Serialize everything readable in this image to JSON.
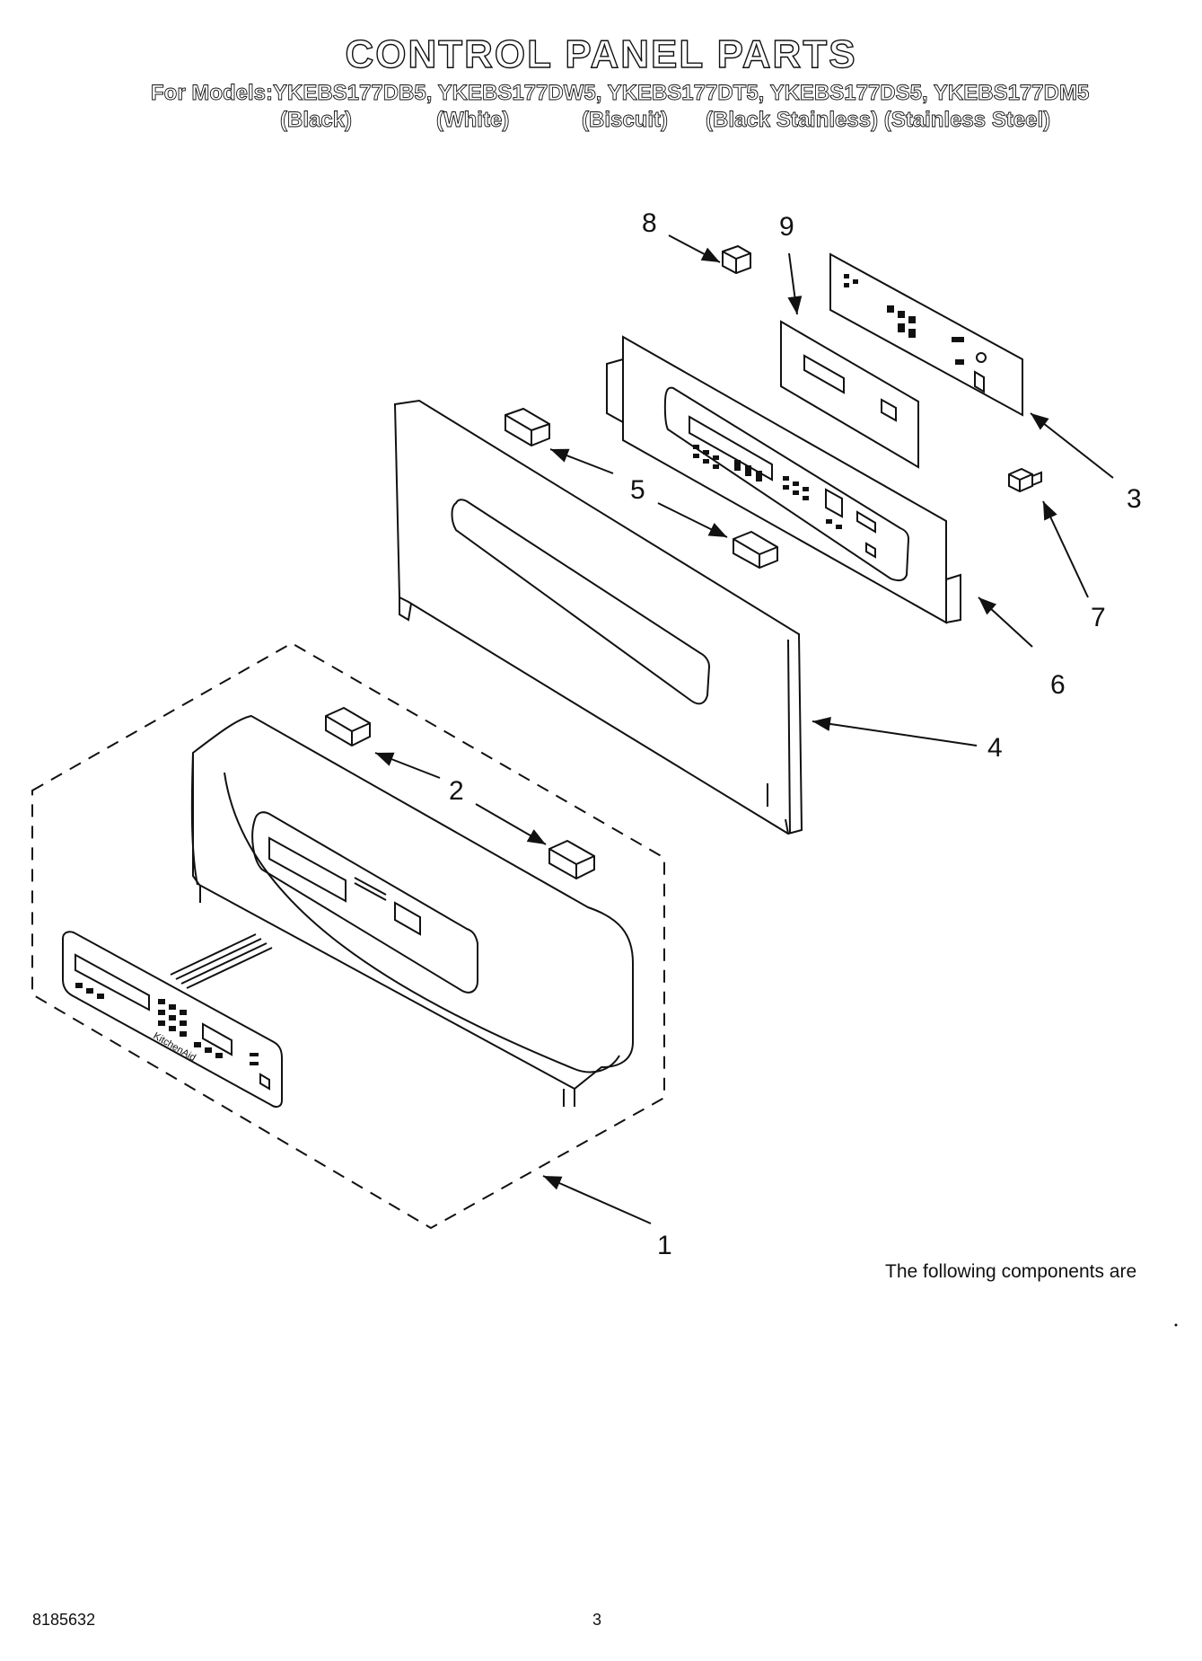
{
  "header": {
    "title": "CONTROL PANEL PARTS",
    "models_line": "For Models:YKEBS177DB5, YKEBS177DW5, YKEBS177DT5, YKEBS177DS5, YKEBS177DM5",
    "colors": [
      "(Black)",
      "(White)",
      "(Biscuit)",
      "(Black Stainless) (Stainless Steel)"
    ]
  },
  "callouts": [
    "1",
    "2",
    "3",
    "4",
    "5",
    "6",
    "7",
    "8",
    "9"
  ],
  "overlay_brand": "KitchenAid",
  "note": "The following components are",
  "footer": {
    "doc_number": "8185632",
    "page": "3"
  }
}
